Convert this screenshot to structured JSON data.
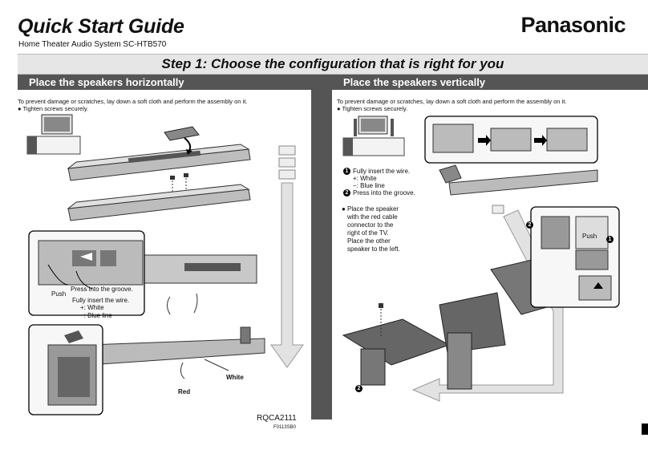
{
  "header": {
    "title": "Quick Start Guide",
    "subtitle": "Home Theater Audio System SC-HTB570",
    "brand": "Panasonic"
  },
  "step": {
    "title": "Step 1: Choose the configuration that is right for you"
  },
  "left": {
    "heading": "Place the speakers horizontally",
    "note": "To prevent damage or scratches, lay down a soft cloth and perform the assembly on it.",
    "bullet": "● Tighten screws securely.",
    "labels": {
      "push": "Push",
      "press": "Press into the groove.",
      "insert": "Fully insert the wire.",
      "plus": "+: White",
      "minus": "−: Blue line",
      "red": "Red",
      "white": "White"
    }
  },
  "right": {
    "heading": "Place the speakers vertically",
    "note": "To prevent damage or scratches, lay down a soft cloth and perform the assembly on it.",
    "bullet": "● Tighten screws securely.",
    "steps": {
      "n1": "1",
      "n2": "2",
      "s1": "Fully insert the wire.",
      "plus": "+: White",
      "minus": "−: Blue line",
      "s2": "Press into the groove."
    },
    "place": [
      "● Place the speaker",
      "with the red cable",
      "connector to the",
      "right of the TV.",
      "Place the other",
      "speaker to the left."
    ],
    "labels": {
      "push": "Push",
      "c1": "1",
      "c2": "2"
    }
  },
  "footer": {
    "code": "RQCA2111",
    "sub": "F0113SB0"
  },
  "colors": {
    "band": "#555555",
    "stepbar": "#e6e6e6",
    "arrow": "#d9d9d9"
  }
}
